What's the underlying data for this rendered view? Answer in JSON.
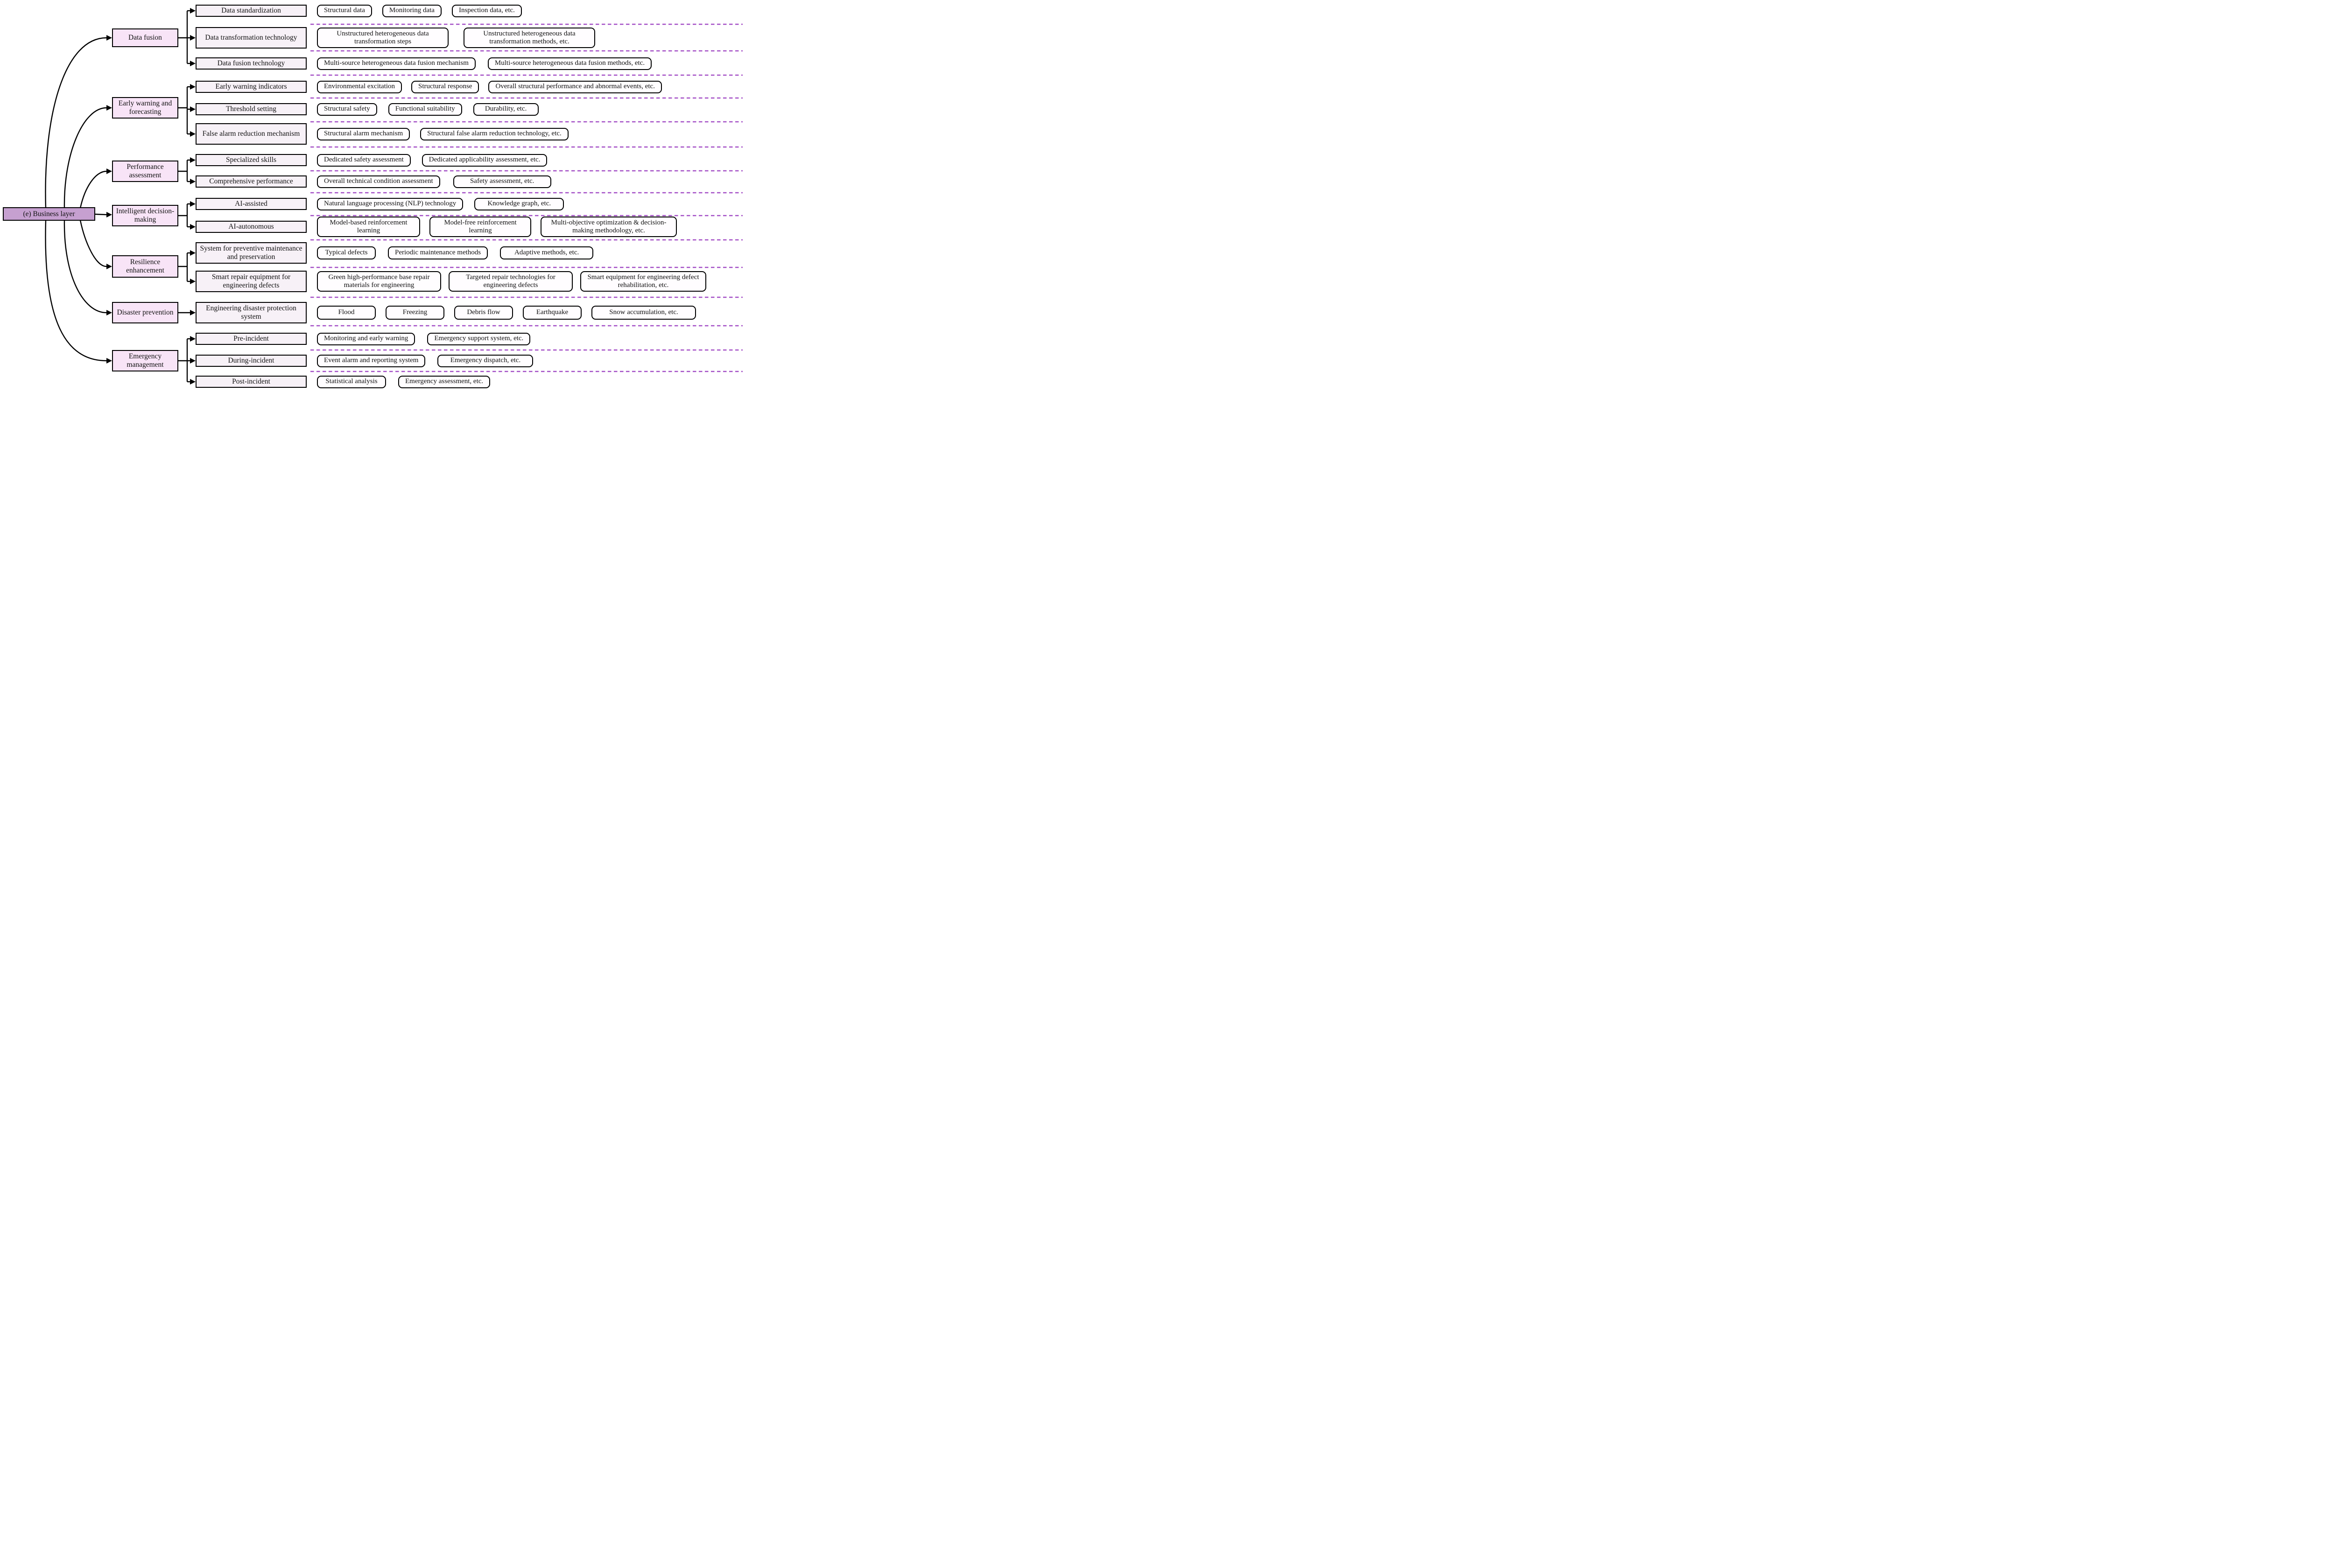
{
  "root": {
    "label": "(e) Business layer"
  },
  "colors": {
    "root_fill": "#c6a0d0",
    "branch_fill": "#f8e4f7",
    "sub_fill": "#f7f1f7",
    "leaf_fill": "#fffdff",
    "separator": "#a34fc6",
    "connector": "#000000"
  },
  "branches": [
    {
      "label": "Data fusion",
      "rows": [
        {
          "sub": "Data standardization",
          "leaves": [
            "Structural data",
            "Monitoring data",
            "Inspection data, etc."
          ]
        },
        {
          "sub": "Data transformation technology",
          "leaves": [
            "Unstructured heterogeneous data transformation steps",
            "Unstructured heterogeneous data transformation methods, etc."
          ]
        },
        {
          "sub": "Data fusion technology",
          "leaves": [
            "Multi-source heterogeneous data fusion mechanism",
            "Multi-source heterogeneous data fusion methods, etc."
          ]
        }
      ]
    },
    {
      "label": "Early warning and forecasting",
      "rows": [
        {
          "sub": "Early warning indicators",
          "leaves": [
            "Environmental excitation",
            "Structural response",
            "Overall structural performance and abnormal events, etc."
          ]
        },
        {
          "sub": "Threshold setting",
          "leaves": [
            "Structural safety",
            "Functional suitability",
            "Durability, etc."
          ]
        },
        {
          "sub": "False alarm reduction mechanism",
          "leaves": [
            "Structural alarm mechanism",
            "Structural false alarm reduction technology, etc."
          ]
        }
      ]
    },
    {
      "label": "Performance assessment",
      "rows": [
        {
          "sub": "Specialized skills",
          "leaves": [
            "Dedicated safety assessment",
            "Dedicated applicability assessment, etc."
          ]
        },
        {
          "sub": "Comprehensive performance",
          "leaves": [
            "Overall technical condition assessment",
            "Safety assessment, etc."
          ]
        }
      ]
    },
    {
      "label": "Intelligent decision-making",
      "rows": [
        {
          "sub": "AI-assisted",
          "leaves": [
            "Natural language processing (NLP) technology",
            "Knowledge graph, etc."
          ]
        },
        {
          "sub": "AI-autonomous",
          "leaves": [
            "Model-based reinforcement learning",
            "Model-free reinforcement learning",
            "Multi-objective optimization & decision-making methodology, etc."
          ]
        }
      ]
    },
    {
      "label": "Resilience enhancement",
      "rows": [
        {
          "sub": "System for preventive maintenance and preservation",
          "leaves": [
            "Typical defects",
            "Periodic maintenance methods",
            "Adaptive methods, etc."
          ]
        },
        {
          "sub": "Smart repair equipment for engineering defects",
          "leaves": [
            "Green high-performance base repair materials for engineering",
            "Targeted repair technologies for engineering defects",
            "Smart equipment for engineering defect rehabilitation, etc."
          ]
        }
      ]
    },
    {
      "label": "Disaster prevention",
      "rows": [
        {
          "sub": "Engineering disaster protection system",
          "leaves": [
            "Flood",
            "Freezing",
            "Debris flow",
            "Earthquake",
            "Snow accumulation, etc."
          ]
        }
      ]
    },
    {
      "label": "Emergency management",
      "rows": [
        {
          "sub": "Pre-incident",
          "leaves": [
            "Monitoring and early warning",
            "Emergency support system, etc."
          ]
        },
        {
          "sub": "During-incident",
          "leaves": [
            "Event alarm and reporting system",
            "Emergency dispatch, etc."
          ]
        },
        {
          "sub": "Post-incident",
          "leaves": [
            "Statistical analysis",
            "Emergency assessment, etc."
          ]
        }
      ]
    }
  ]
}
